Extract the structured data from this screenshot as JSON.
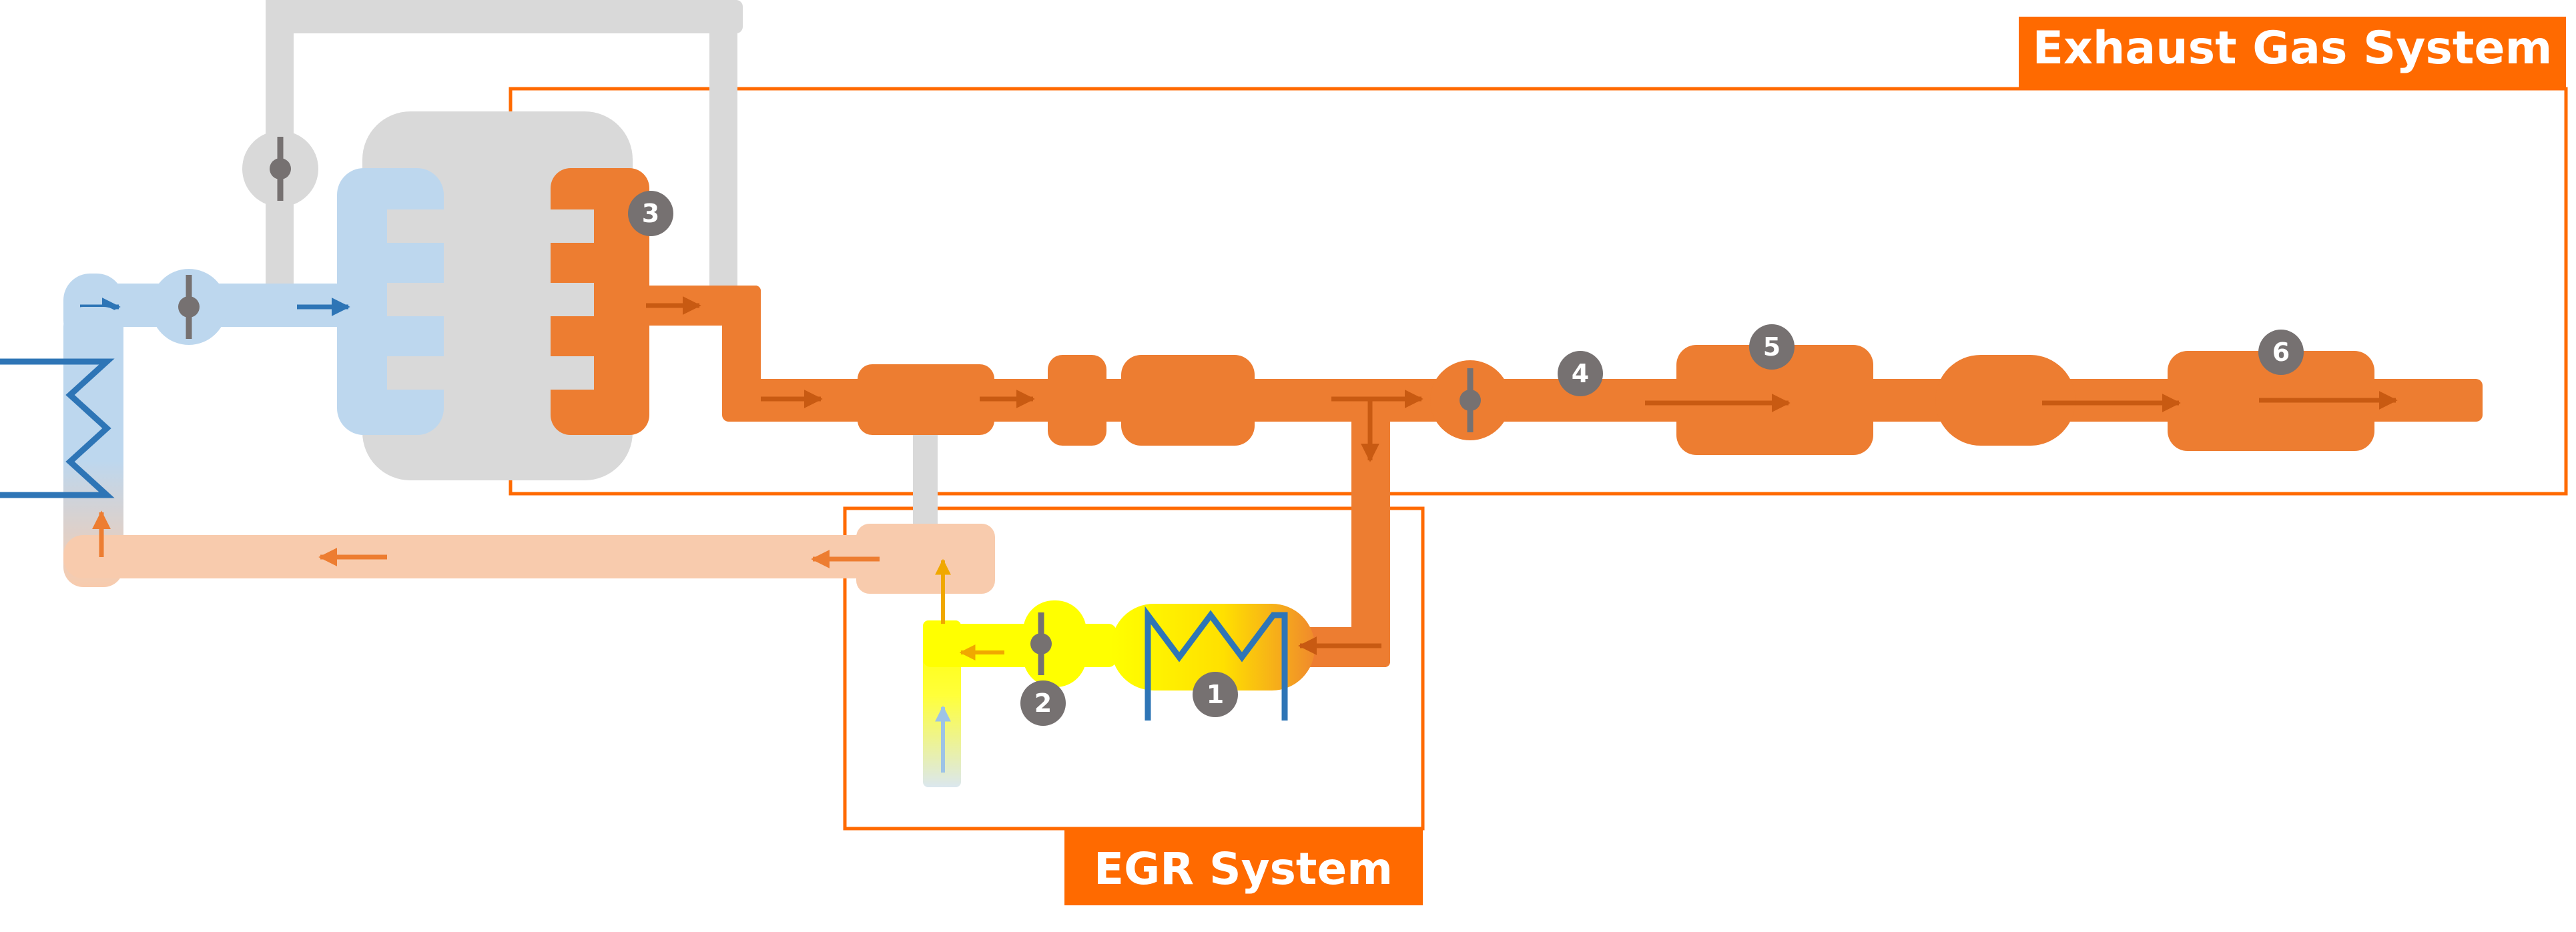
{
  "labels": {
    "exhaust_gas_system": "Exhaust Gas System",
    "egr_system": "EGR System"
  },
  "markers": [
    "1",
    "2",
    "3",
    "4",
    "5",
    "6"
  ],
  "colors": {
    "exhaust": "#ed7d31",
    "exhaust_dark": "#c85a12",
    "exhaust_light": "#f8cbad",
    "intake": "#bdd7ee",
    "intake_dark": "#2e75b6",
    "engine": "#d9d9d9",
    "valve_dark": "#767171",
    "egr_yellow": "#ffff00",
    "label_bg": "#ff6a00",
    "marker": "#767171"
  },
  "icons": [
    "throttle-valve-icon",
    "heat-exchanger-icon",
    "flow-arrow-icon"
  ]
}
